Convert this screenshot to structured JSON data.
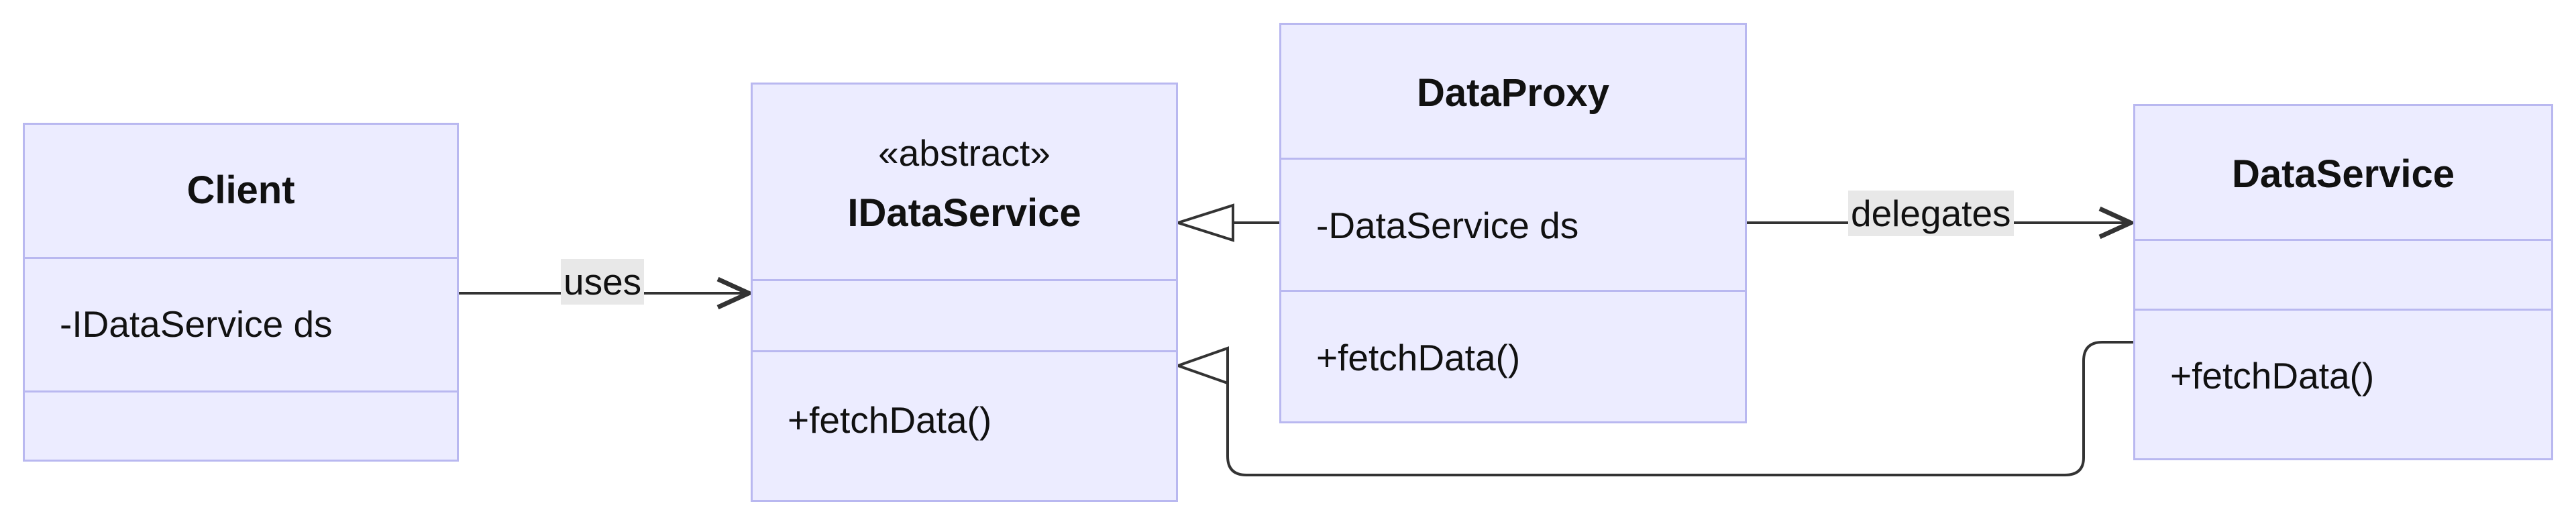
{
  "diagram": {
    "classes": {
      "client": {
        "name": "Client",
        "attributes": [
          "-IDataService ds"
        ],
        "methods": []
      },
      "idataservice": {
        "stereotype": "«abstract»",
        "name": "IDataService",
        "attributes": [],
        "methods": [
          "+fetchData()"
        ]
      },
      "dataproxy": {
        "name": "DataProxy",
        "attributes": [
          "-DataService ds"
        ],
        "methods": [
          "+fetchData()"
        ]
      },
      "dataservice": {
        "name": "DataService",
        "attributes": [],
        "methods": [
          "+fetchData()"
        ]
      }
    },
    "relations": {
      "uses": {
        "from": "Client",
        "to": "IDataService",
        "kind": "association",
        "label": "uses"
      },
      "delegates": {
        "from": "DataProxy",
        "to": "DataService",
        "kind": "association",
        "label": "delegates"
      },
      "proxy_realizes": {
        "from": "DataProxy",
        "to": "IDataService",
        "kind": "inheritance"
      },
      "service_realizes": {
        "from": "DataService",
        "to": "IDataService",
        "kind": "inheritance"
      }
    },
    "colors": {
      "box_fill": "#ececff",
      "box_border": "#b9b8f0",
      "edge": "#333333",
      "label_bg": "#e8e8e8"
    }
  }
}
